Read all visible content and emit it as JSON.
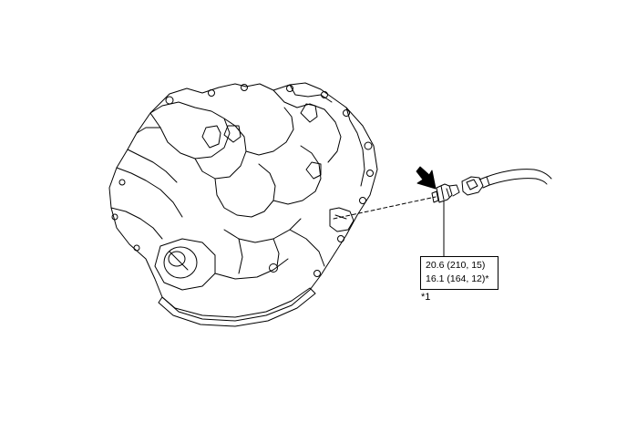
{
  "torque_spec": {
    "line1": "20.6 (210, 15)",
    "line2": "16.1 (164, 12)*"
  },
  "callout_label": "*1",
  "icons": [
    "transaxle-assembly-drawing",
    "speed-sensor-drawing",
    "connector-wire-drawing",
    "install-direction-arrow-icon"
  ]
}
